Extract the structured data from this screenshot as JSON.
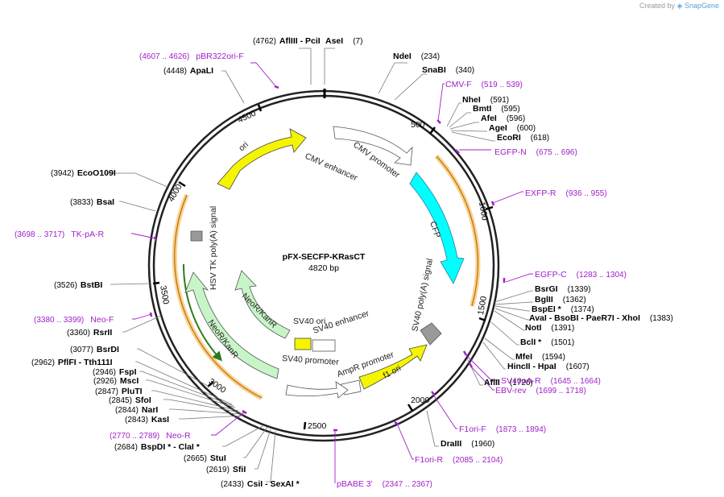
{
  "brand": {
    "prefix": "Created by",
    "name": "SnapGene"
  },
  "plasmid": {
    "name": "pFX-SECFP-KRasCT",
    "length": "4820 bp"
  },
  "features": [
    {
      "label": "CMV enhancer"
    },
    {
      "label": "CMV promoter"
    },
    {
      "label": "CFP"
    },
    {
      "label": "SV40 poly(A) signal"
    },
    {
      "label": "f1 ori"
    },
    {
      "label": "AmpR promoter"
    },
    {
      "label": "SV40 promoter"
    },
    {
      "label": "SV40 ori"
    },
    {
      "label": "SV40 enhancer"
    },
    {
      "label": "NeoR/KanR"
    },
    {
      "label": "NeoR/KanR"
    },
    {
      "label": "HSV TK poly(A) signal"
    },
    {
      "label": "ori"
    }
  ],
  "ticks": [
    "500",
    "1000",
    "1500",
    "2000",
    "2500",
    "3000",
    "3500",
    "4000",
    "4500"
  ],
  "sites": [
    {
      "name": "AflIII  - PciI",
      "pos": "(4762)"
    },
    {
      "name": "AseI",
      "pos": "(7)"
    },
    {
      "name": "NdeI",
      "pos": "(234)"
    },
    {
      "name": "SnaBI",
      "pos": "(340)"
    },
    {
      "name": "NheI",
      "pos": "(591)"
    },
    {
      "name": "BmtI",
      "pos": "(595)"
    },
    {
      "name": "AfeI",
      "pos": "(596)"
    },
    {
      "name": "AgeI",
      "pos": "(600)"
    },
    {
      "name": "EcoRI",
      "pos": "(618)"
    },
    {
      "name": "BsrGI",
      "pos": "(1339)"
    },
    {
      "name": "BglII",
      "pos": "(1362)"
    },
    {
      "name": "BspEI *",
      "pos": "(1374)"
    },
    {
      "name": "AvaI  - BsoBI  - PaeR7I  - XhoI",
      "pos": "(1383)"
    },
    {
      "name": "NotI",
      "pos": "(1391)"
    },
    {
      "name": "BclI *",
      "pos": "(1501)"
    },
    {
      "name": "MfeI",
      "pos": "(1594)"
    },
    {
      "name": "HincII  - HpaI",
      "pos": "(1607)"
    },
    {
      "name": "AflII",
      "pos": "(1726)"
    },
    {
      "name": "DraIII",
      "pos": "(1960)"
    },
    {
      "name": "CsiI  - SexAI *",
      "pos": "(2433)"
    },
    {
      "name": "SfiI",
      "pos": "(2619)"
    },
    {
      "name": "StuI",
      "pos": "(2665)"
    },
    {
      "name": "BspDI *  - ClaI *",
      "pos": "(2684)"
    },
    {
      "name": "KasI",
      "pos": "(2843)"
    },
    {
      "name": "NarI",
      "pos": "(2844)"
    },
    {
      "name": "SfoI",
      "pos": "(2845)"
    },
    {
      "name": "PluTI",
      "pos": "(2847)"
    },
    {
      "name": "MscI",
      "pos": "(2926)"
    },
    {
      "name": "FspI",
      "pos": "(2946)"
    },
    {
      "name": "PflFI  - Tth111I",
      "pos": "(2962)"
    },
    {
      "name": "BsrDI",
      "pos": "(3077)"
    },
    {
      "name": "RsrII",
      "pos": "(3360)"
    },
    {
      "name": "BstBI",
      "pos": "(3526)"
    },
    {
      "name": "BsaI",
      "pos": "(3833)"
    },
    {
      "name": "EcoO109I",
      "pos": "(3942)"
    },
    {
      "name": "ApaLI",
      "pos": "(4448)"
    }
  ],
  "primers": [
    {
      "name": "pBR322ori-F",
      "range": "(4607 .. 4626)"
    },
    {
      "name": "CMV-F",
      "range": "(519 .. 539)"
    },
    {
      "name": "EGFP-N",
      "range": "(675 .. 696)"
    },
    {
      "name": "EXFP-R",
      "range": "(936 .. 955)"
    },
    {
      "name": "EGFP-C",
      "range": "(1283 .. 1304)"
    },
    {
      "name": "SV40pA-R",
      "range": "(1645 .. 1664)"
    },
    {
      "name": "EBV-rev",
      "range": "(1699 .. 1718)"
    },
    {
      "name": "F1ori-F",
      "range": "(1873 .. 1894)"
    },
    {
      "name": "F1ori-R",
      "range": "(2085 .. 2104)"
    },
    {
      "name": "pBABE 3'",
      "range": "(2347 .. 2367)"
    },
    {
      "name": "Neo-R",
      "range": "(2770 .. 2789)"
    },
    {
      "name": "Neo-F",
      "range": "(3380 .. 3399)"
    },
    {
      "name": "TK-pA-R",
      "range": "(3698 .. 3717)"
    }
  ]
}
